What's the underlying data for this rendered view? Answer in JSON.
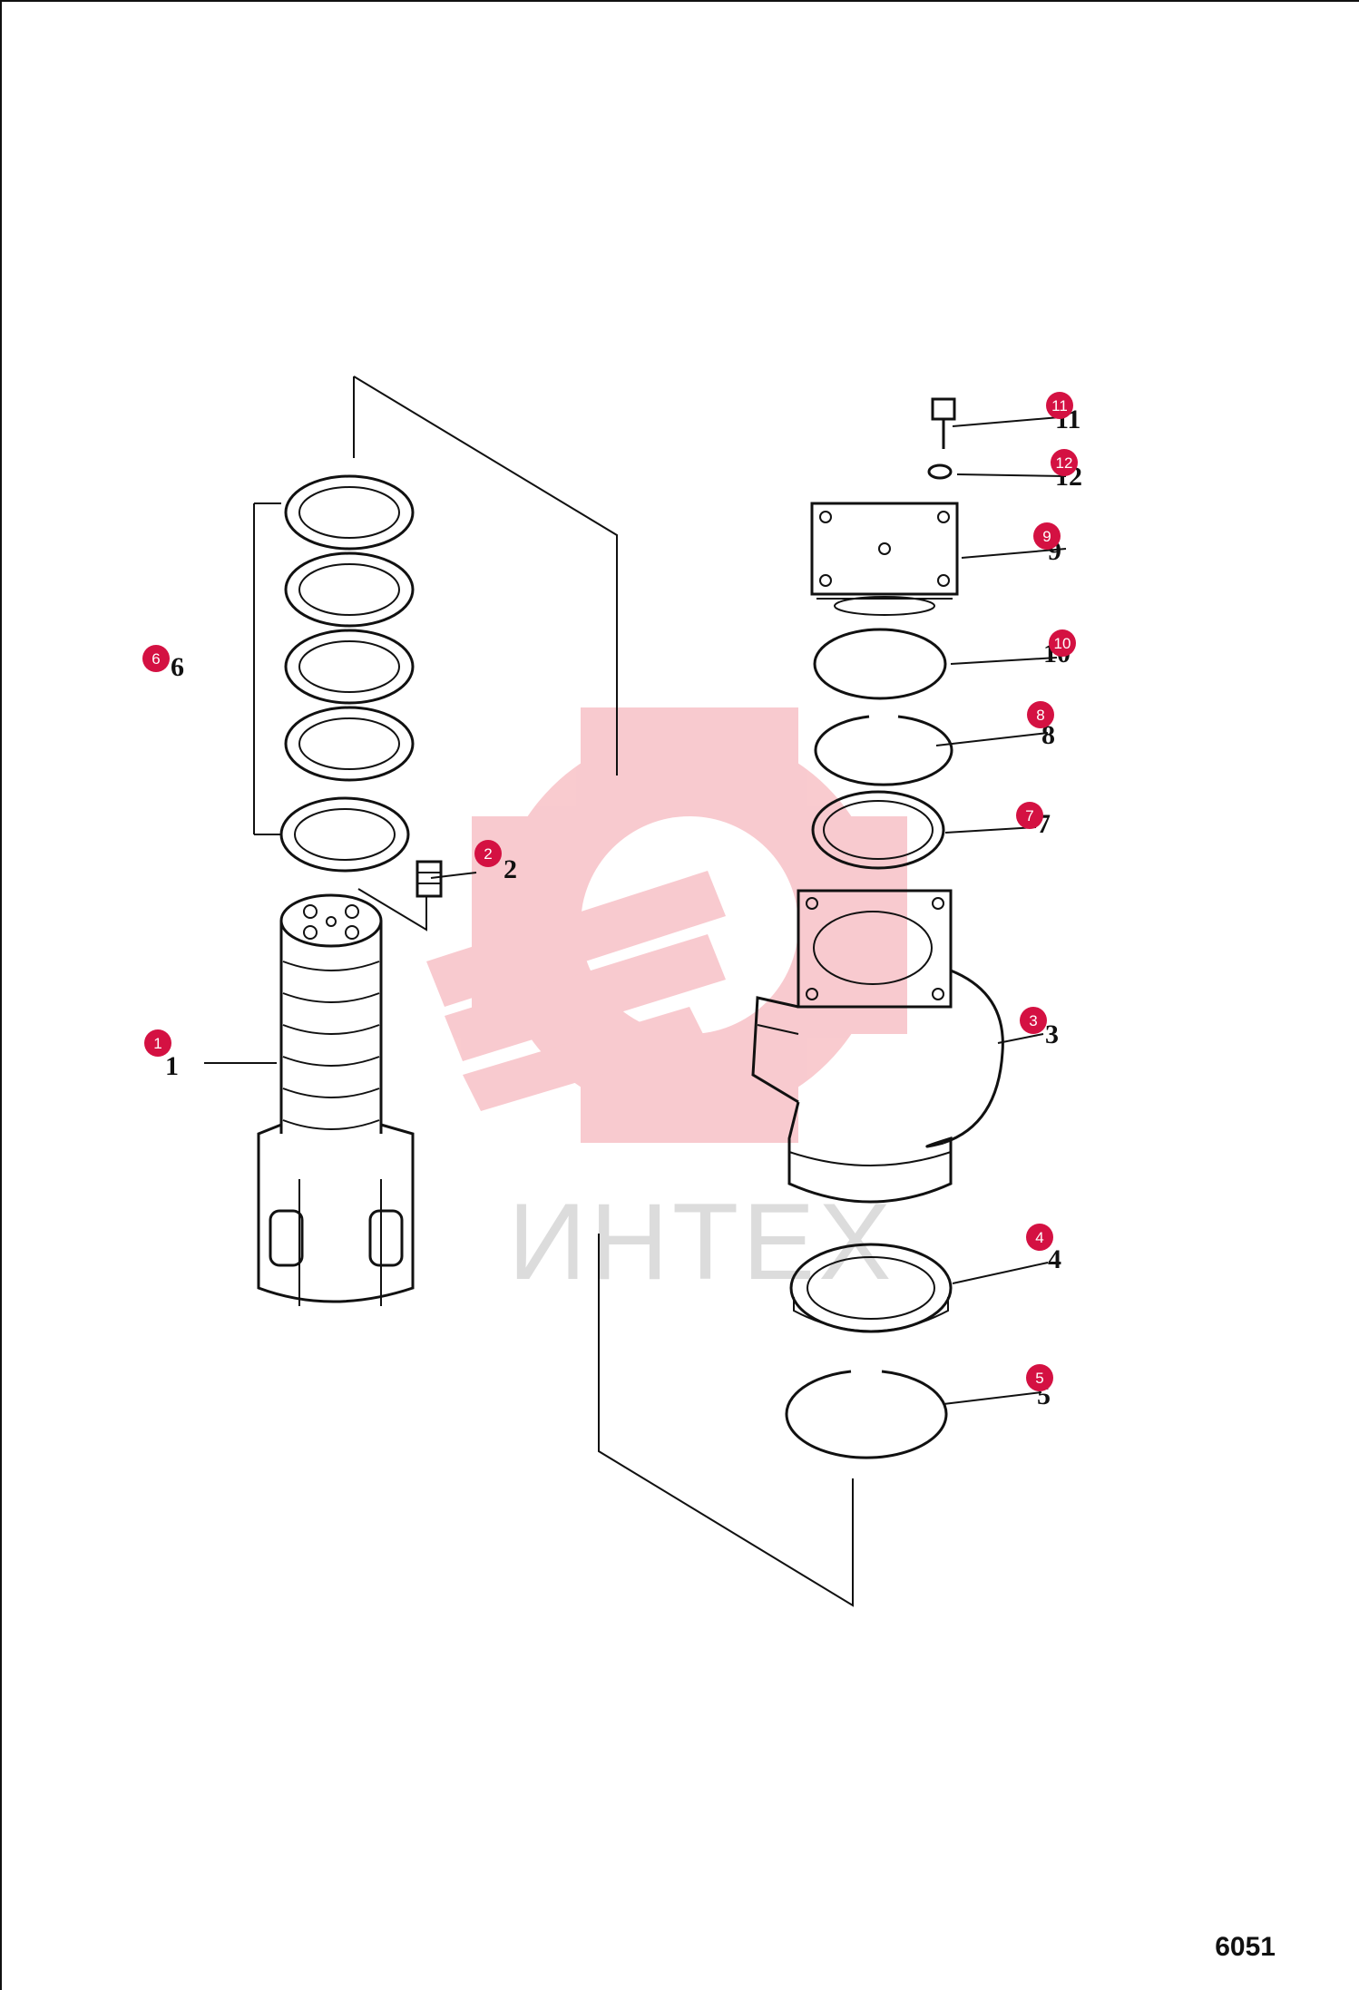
{
  "watermark": {
    "text": "ИНТЕХ"
  },
  "page_number": "6051",
  "markers": [
    {
      "id": "1",
      "text": "1"
    },
    {
      "id": "2",
      "text": "2"
    },
    {
      "id": "3",
      "text": "3"
    },
    {
      "id": "4",
      "text": "4"
    },
    {
      "id": "5",
      "text": "5"
    },
    {
      "id": "6",
      "text": "6"
    },
    {
      "id": "7",
      "text": "7"
    },
    {
      "id": "8",
      "text": "8"
    },
    {
      "id": "9",
      "text": "9"
    },
    {
      "id": "10",
      "text": "10"
    },
    {
      "id": "11",
      "text": "11"
    },
    {
      "id": "12",
      "text": "12"
    }
  ],
  "part_labels": {
    "p1": "1",
    "p2": "2",
    "p3": "3",
    "p4": "4",
    "p5": "5",
    "p6": "6",
    "p7": "7",
    "p8": "8",
    "p9": "9",
    "p10": "10",
    "p11": "11",
    "p12": "12"
  },
  "colors": {
    "marker": "#d41142",
    "ink": "#111111",
    "watermark": "#f4a0a8"
  }
}
